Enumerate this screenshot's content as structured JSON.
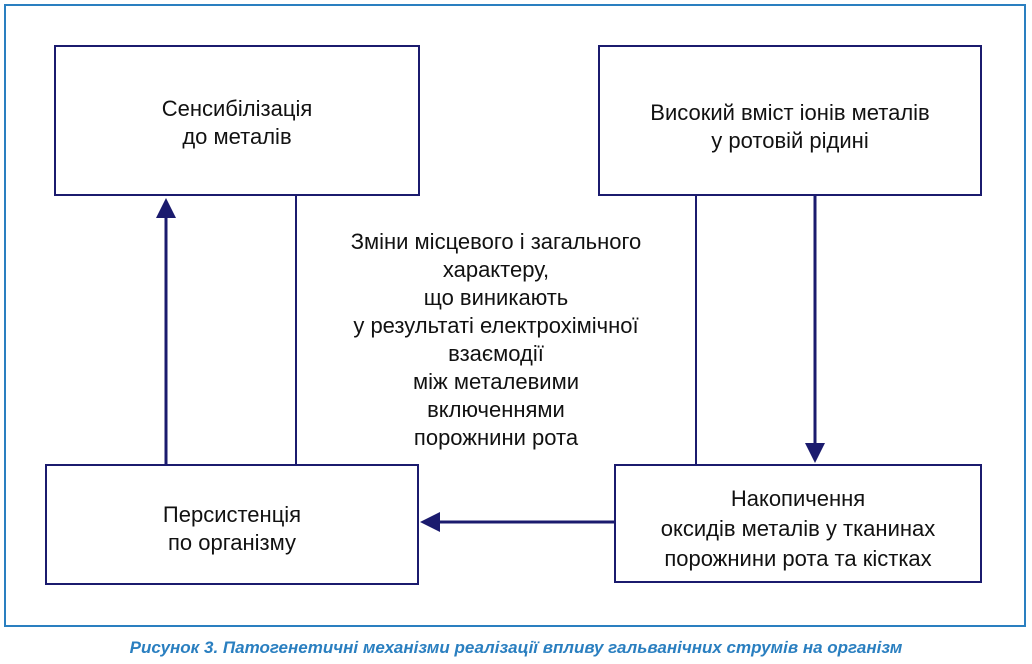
{
  "diagram": {
    "boxes": {
      "sensitization": "Сенсибілізація\nдо металів",
      "high_ions": "Високий вміст іонів металів\nу ротовій рідині",
      "center": "Зміни місцевого і загального\nхарактеру,\nщо виникають\nу результаті електрохімічної\nвзаємодії\nміж металевими\nвключеннями\nпорожнини рота",
      "persistence": "Персистенція\nпо організму",
      "accumulation": "Накопичення\nоксидів металів у тканинах\nпорожнини рота та кістках"
    },
    "colors": {
      "border": "#1b1b6e",
      "arrow": "#1b1b6e",
      "frame": "#2a7fc0",
      "caption": "#2a7fc0"
    }
  },
  "caption": "Рисунок 3. Патогенетичні механізми реалізації впливу гальванічних струмів на організм"
}
